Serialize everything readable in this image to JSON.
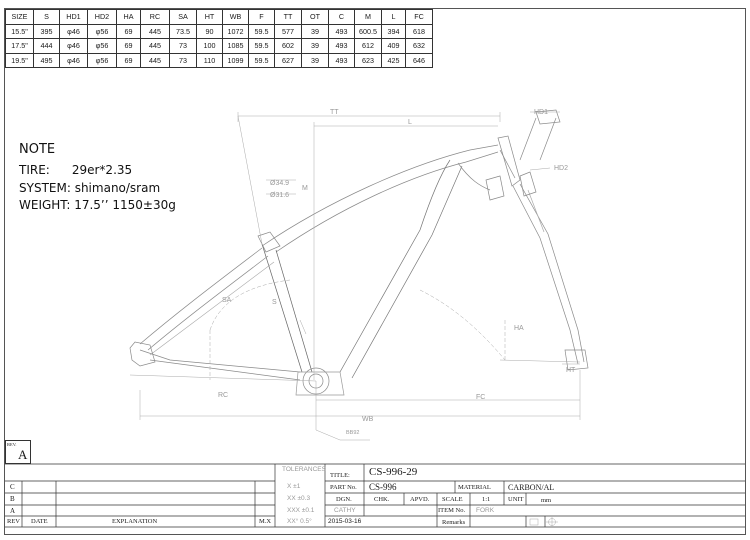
{
  "geometry_table": {
    "headers": [
      "SIZE",
      "S",
      "HD1",
      "HD2",
      "HA",
      "RC",
      "SA",
      "HT",
      "WB",
      "F",
      "TT",
      "OT",
      "C",
      "M",
      "L",
      "FC"
    ],
    "rows": [
      [
        "15.5\"",
        "395",
        "φ46",
        "φ56",
        "69",
        "445",
        "73.5",
        "90",
        "1072",
        "59.5",
        "577",
        "39",
        "493",
        "600.5",
        "394",
        "618"
      ],
      [
        "17.5\"",
        "444",
        "φ46",
        "φ56",
        "69",
        "445",
        "73",
        "100",
        "1085",
        "59.5",
        "602",
        "39",
        "493",
        "612",
        "409",
        "632"
      ],
      [
        "19.5\"",
        "495",
        "φ46",
        "φ56",
        "69",
        "445",
        "73",
        "110",
        "1099",
        "59.5",
        "627",
        "39",
        "493",
        "623",
        "425",
        "646"
      ]
    ]
  },
  "notes": {
    "title": "NOTE",
    "tire_label": "TIRE:",
    "tire_value": "29er*2.35",
    "system_label": "SYSTEM:",
    "system_value": "shimano/sram",
    "weight_label": "WEIGHT:",
    "weight_value": "17.5’’  1150±30g"
  },
  "drawing_labels": {
    "tt": "TT",
    "l": "L",
    "hd1": "HD1",
    "hd2": "HD2",
    "m": "M",
    "d1": "Ø34.9",
    "d2": "Ø31.6",
    "sa": "SA",
    "s": "S",
    "ha": "HA",
    "ht": "HT",
    "rc": "RC",
    "fc": "FC",
    "wb": "WB",
    "bb": "BB92"
  },
  "revision": {
    "label": "REV.",
    "value": "A"
  },
  "rev_table": {
    "rows": [
      "C",
      "B",
      "A"
    ],
    "headers": {
      "rev": "REV",
      "date": "DATE",
      "explanation": "EXPLANATION",
      "mx": "M.X"
    }
  },
  "tolerances": {
    "title": "TOLERANCES",
    "rows": [
      "X    ±1",
      "XX   ±0.3",
      "XXX  ±0.1",
      "XX°  0.5°"
    ]
  },
  "title_block": {
    "title_label": "TITLE:",
    "title_value": "CS-996-29",
    "part_label": "PART No.",
    "part_value": "CS-996",
    "material_label": "MATERIAL",
    "material_value": "CARBON/AL",
    "dgn_label": "DGN.",
    "chk_label": "CHK.",
    "apvd_label": "APVD.",
    "scale_label": "SCALE",
    "scale_value": "1:1",
    "unit_label": "UNIT",
    "unit_value": "mm",
    "designer": "CATHY",
    "date": "2015-03-16",
    "item_label": "ITEM No.",
    "item_value": "FORK",
    "remarks_label": "Remarks"
  }
}
